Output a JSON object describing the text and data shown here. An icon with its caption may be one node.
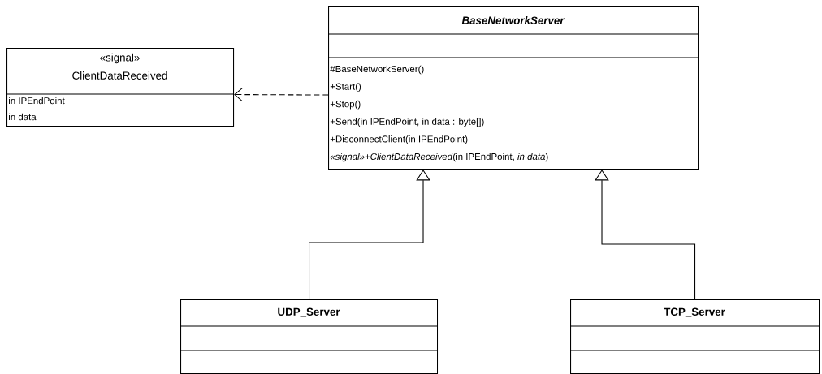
{
  "diagram": {
    "nodes": [
      {
        "text": [
          "«signal»",
          "ClientDataReceived",
          "in IPEndPoint",
          "in data"
        ]
      },
      {
        "text": [
          "BaseNetworkServer",
          "#BaseNetworkServer()",
          "+Start()",
          "+Stop()",
          "+Send(in IPEndPoint, in data : byte[])",
          "+DisconnectClient(in IPEndPoint)",
          "*«signal»+ClientDataReceived*(in IPEndPoint, *in data*)"
        ]
      },
      {
        "text": [
          "UDP_Server"
        ]
      },
      {
        "text": [
          "TCP_Server"
        ]
      }
    ],
    "edges": [
      {
        "from": 1,
        "to": 0,
        "arrow": "to",
        "style": "dashed"
      },
      {
        "from": 2,
        "to": 1,
        "arrow": "to"
      },
      {
        "from": 3,
        "to": 1,
        "arrow": "to"
      }
    ]
  }
}
